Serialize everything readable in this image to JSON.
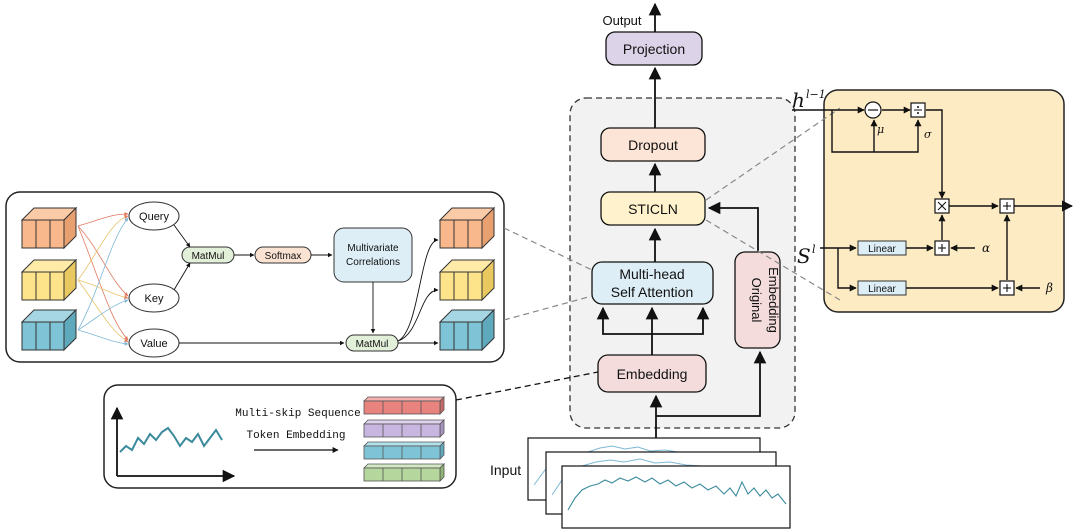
{
  "main": {
    "output_label": "Output",
    "projection_label": "Projection",
    "dropout_label": "Dropout",
    "sticln_label": "STICLN",
    "attention_label_line1": "Multi-head",
    "attention_label_line2": "Self Attention",
    "original_embedding_line1": "Original",
    "original_embedding_line2": "Embedding",
    "embedding_label": "Embedding",
    "input_label": "Input"
  },
  "attention_detail": {
    "query_label": "Query",
    "key_label": "Key",
    "value_label": "Value",
    "matmul_top_label": "MatMul",
    "softmax_label": "Softmax",
    "correlations_line1": "Multivariate",
    "correlations_line2": "Correlations",
    "matmul_bottom_label": "MatMul"
  },
  "embedding_detail": {
    "text_line1": "Multi-skip Sequence",
    "text_line2": "Token Embedding"
  },
  "norm_detail": {
    "h_symbol": "h",
    "h_superscript": "l−1",
    "s_symbol": "S",
    "s_superscript": "l",
    "mu_symbol": "μ",
    "sigma_symbol": "σ",
    "alpha_symbol": "α",
    "beta_symbol": "β",
    "linear_top_label": "Linear",
    "linear_bottom_label": "Linear"
  },
  "colors": {
    "projection": "#ddd3e8",
    "dropout": "#fce4d6",
    "sticln": "#fff2cc",
    "attention": "#ddeef6",
    "original_embedding": "#f4dcdc",
    "embedding": "#f4dcdc",
    "norm_panel": "#fdebc3",
    "cube_orange": "#f8b88b",
    "cube_yellow": "#fde38a",
    "cube_blue": "#7fc4d6",
    "series_line": "#3b8a9c"
  }
}
